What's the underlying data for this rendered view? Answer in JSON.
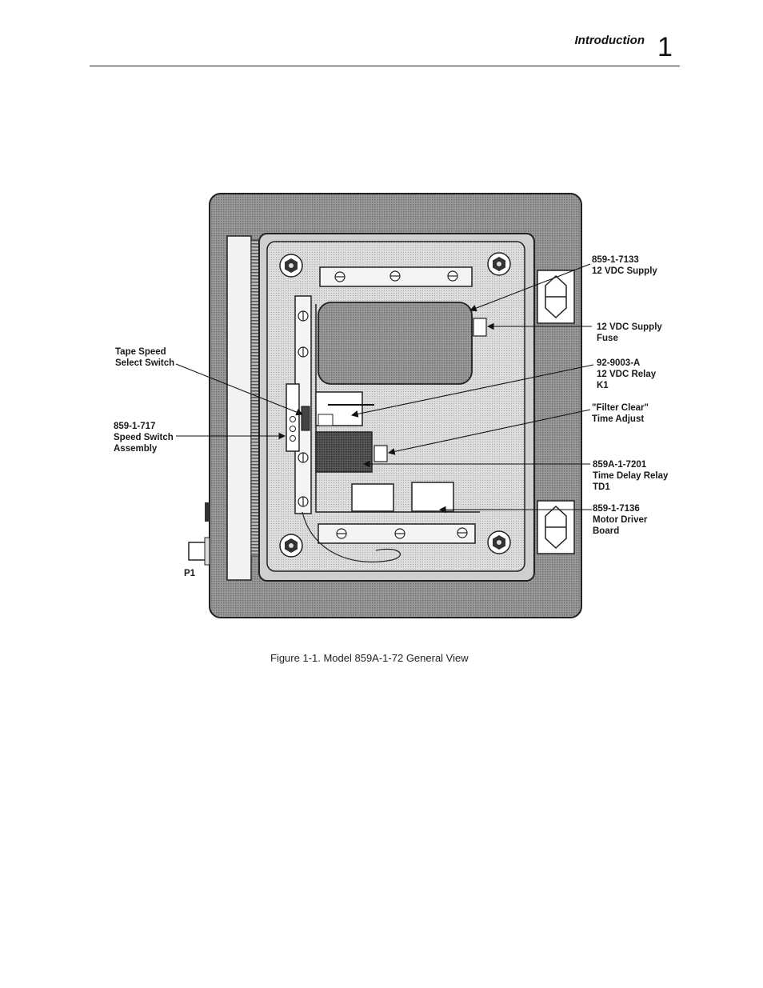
{
  "header": {
    "section_title": "Introduction",
    "chapter_number": "1"
  },
  "figure": {
    "caption": "Figure 1-1.  Model 859A-1-72 General View",
    "callouts": {
      "supply": {
        "part": "859-1-7133",
        "desc": "12 VDC Supply"
      },
      "fuse": {
        "line1": "12  VDC Supply",
        "line2": "Fuse"
      },
      "relay": {
        "part": "92-9003-A",
        "desc": "12 VDC Relay",
        "id": "K1"
      },
      "filter": {
        "line1": "\"Filter Clear\"",
        "line2": "Time Adjust"
      },
      "timedelay": {
        "part": "859A-1-7201",
        "desc": "Time Delay Relay",
        "id": "TD1"
      },
      "motor": {
        "part": "859-1-7136",
        "desc": "Motor Driver",
        "line3": "Board"
      },
      "tape": {
        "line1": "Tape Speed",
        "line2": "Select Switch"
      },
      "speedswitch": {
        "part": "859-1-717",
        "desc": "Speed Switch",
        "line3": "Assembly"
      },
      "connector": {
        "id": "P1"
      }
    }
  }
}
